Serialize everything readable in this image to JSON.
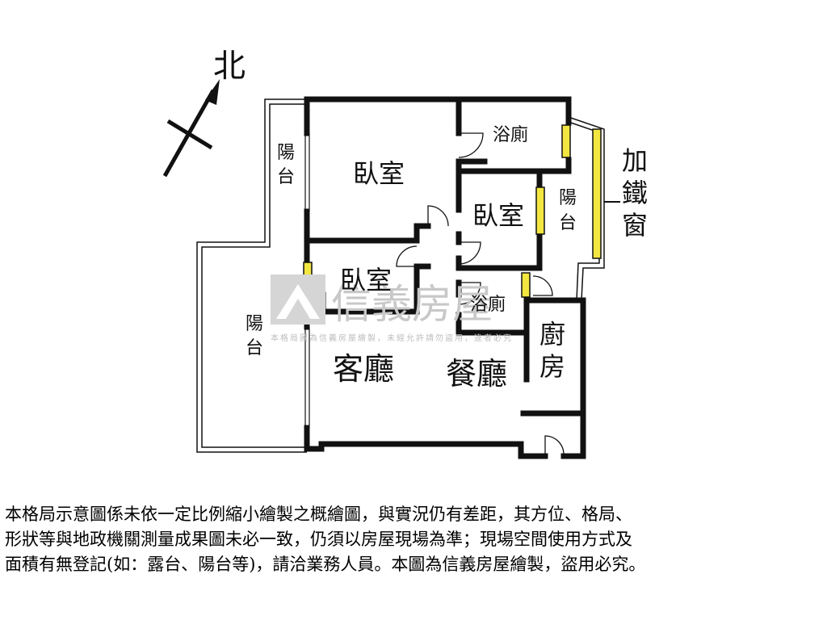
{
  "compass": {
    "north_label": "北"
  },
  "rooms": {
    "bedroom_main": "臥室",
    "bedroom_second": "臥室",
    "bedroom_third": "臥室",
    "bathroom_top": "浴廁",
    "bathroom_mid": "浴廁",
    "living_room": "客廳",
    "dining_room": "餐廳",
    "kitchen": [
      "廚",
      "房"
    ]
  },
  "balconies": {
    "west_upper": [
      "陽",
      "台"
    ],
    "west_lower": [
      "陽",
      "台"
    ],
    "east": [
      "陽",
      "台"
    ]
  },
  "iron_window_label": [
    "加",
    "鐵",
    "窗"
  ],
  "watermark": {
    "brand": "信義房屋",
    "notice": "本格局圖為信義房屋繪製，未經允許請勿盜用，違者必究"
  },
  "disclaimer": [
    "本格局示意圖係未依一定比例縮小繪製之概繪圖，與實況仍有差距，其方位、格局、",
    "形狀等與地政機關測量成果圖未必一致，仍須以房屋現場為準；現場空間使用方式及",
    "面積有無登記(如：露台、陽台等)，請洽業務人員。本圖為信義房屋繪製，盜用必究。"
  ],
  "colors": {
    "wall": "#111111",
    "window": "#f2e640",
    "watermark": "#c8c8c8"
  }
}
